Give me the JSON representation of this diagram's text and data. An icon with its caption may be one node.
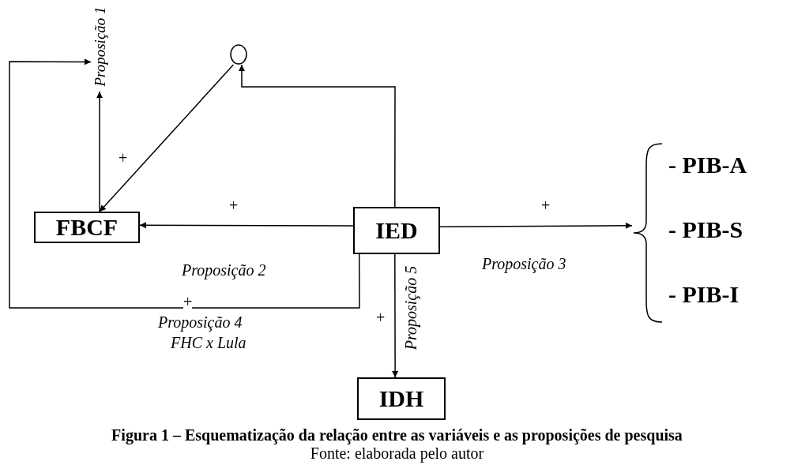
{
  "diagram": {
    "caption": "Figura 1 – Esquematização da relação entre as variáveis e as proposições de pesquisa",
    "nodes": [
      {
        "text": [],
        "shape": "circle"
      },
      {
        "text": [
          "FBCF"
        ]
      },
      {
        "text": [
          "IED"
        ]
      },
      {
        "text": [
          "- PIB-A",
          "- PIB-S",
          "- PIB-I"
        ]
      },
      {
        "text": [
          "IDH"
        ]
      },
      {
        "text": [
          "Proposição 1"
        ]
      }
    ],
    "edges": [
      {
        "from": 2,
        "to": 0,
        "arrow": "to"
      },
      {
        "from": 0,
        "to": 1,
        "arrow": "to"
      },
      {
        "from": 1,
        "to": 5,
        "arrow": "to",
        "label": "+"
      },
      {
        "from": 2,
        "to": 1,
        "arrow": "to",
        "label": "+"
      },
      {
        "from": 2,
        "to": 3,
        "arrow": "to",
        "label": "+"
      },
      {
        "from": 2,
        "to": 4,
        "arrow": "to",
        "label": "+"
      },
      {
        "from": 2,
        "to": 5,
        "arrow": "to",
        "label": "+"
      }
    ],
    "labels": [
      "Proposição 2",
      "Proposição 3",
      "Proposição 5",
      "Proposição 4",
      "FHC x Lula",
      "Fonte: elaborada pelo autor"
    ]
  }
}
